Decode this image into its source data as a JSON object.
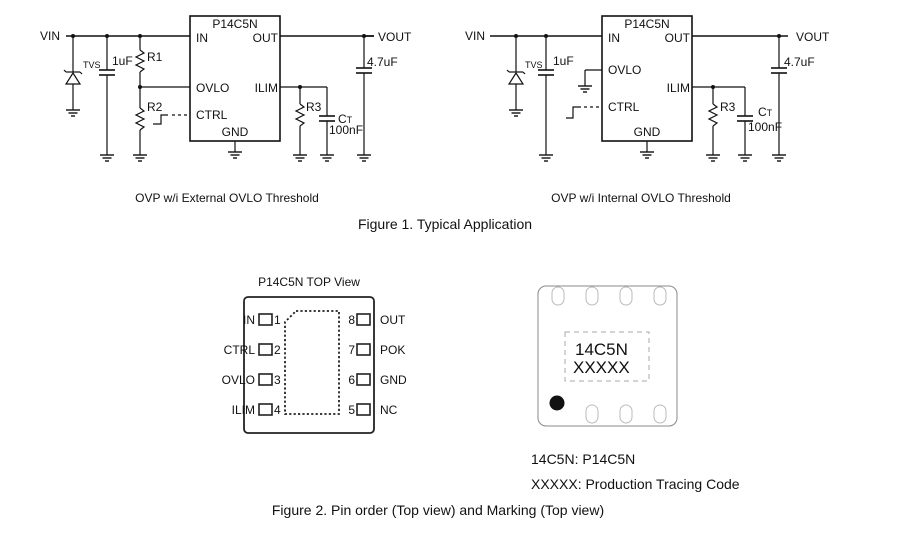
{
  "circuit_left": {
    "chip_name": "P14C5N",
    "pins": {
      "in": "IN",
      "out": "OUT",
      "ovlo": "OVLO",
      "ilim": "ILIM",
      "ctrl": "CTRL",
      "gnd": "GND"
    },
    "vin": "VIN",
    "vout": "VOUT",
    "tvs": "TVS",
    "c_in": "1uF",
    "r1": "R1",
    "r2": "R2",
    "r3": "R3",
    "ct_main": "C",
    "ct_sub": "T",
    "ct_value": "100nF",
    "c_out": "4.7uF",
    "caption": "OVP w/i External OVLO Threshold"
  },
  "circuit_right": {
    "chip_name": "P14C5N",
    "pins": {
      "in": "IN",
      "out": "OUT",
      "ovlo": "OVLO",
      "ilim": "ILIM",
      "ctrl": "CTRL",
      "gnd": "GND"
    },
    "vin": "VIN",
    "vout": "VOUT",
    "tvs": "TVS",
    "c_in": "1uF",
    "r3": "R3",
    "ct_main": "C",
    "ct_sub": "T",
    "ct_value": "100nF",
    "c_out": "4.7uF",
    "caption": "OVP w/i Internal OVLO Threshold"
  },
  "figure1_caption": "Figure 1. Typical Application",
  "pinout": {
    "title": "P14C5N TOP View",
    "left_pins": [
      {
        "name": "IN",
        "num": "1"
      },
      {
        "name": "CTRL",
        "num": "2"
      },
      {
        "name": "OVLO",
        "num": "3"
      },
      {
        "name": "ILIM",
        "num": "4"
      }
    ],
    "right_pins": [
      {
        "name": "OUT",
        "num": "8"
      },
      {
        "name": "POK",
        "num": "7"
      },
      {
        "name": "GND",
        "num": "6"
      },
      {
        "name": "NC",
        "num": "5"
      }
    ]
  },
  "marking": {
    "line1": "14C5N",
    "line2": "XXXXX",
    "legend1": "14C5N: P14C5N",
    "legend2": "XXXXX: Production Tracing Code"
  },
  "figure2_caption": "Figure 2. Pin order (Top view) and Marking (Top view)"
}
